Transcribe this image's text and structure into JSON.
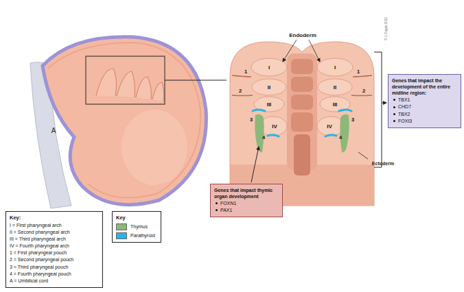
{
  "diagram": {
    "nodes": [
      {
        "text": [
          "Key:",
          "I = First pharyngeal arch",
          "II = Second pharyngeal arch",
          "III = Third pharyngeal arch",
          "IV = Fourth pharyngeal arch",
          "1 = First pharyngeal pouch",
          "2 = Second pharyngeal pouch",
          "3 = Third pharyngeal pouch",
          "4 = Fourth pharyngeal pouch",
          "A = Umbilical cord"
        ]
      },
      {
        "text": [
          "Key"
        ]
      },
      {
        "text": [
          "Genes that impact the development of the entire midline region:",
          "TBX1",
          "CHD7",
          "TBX2",
          "FOXI3"
        ]
      },
      {
        "text": [
          "Genes that impact thymic organ development",
          "FOXN1",
          "PAX1"
        ]
      }
    ],
    "labels": [
      "A",
      "Endoderm",
      "I",
      "I",
      "II",
      "II",
      "III",
      "III",
      "IV",
      "IV",
      "1",
      "1",
      "2",
      "2",
      "3",
      "3",
      "4",
      "4",
      "Ectoderm",
      "© J. Fagan 2022"
    ],
    "legend": [
      {
        "text": "Thymus",
        "color": "#8db87a"
      },
      {
        "text": "Parathyroid",
        "color": "#29b5e8"
      }
    ]
  }
}
